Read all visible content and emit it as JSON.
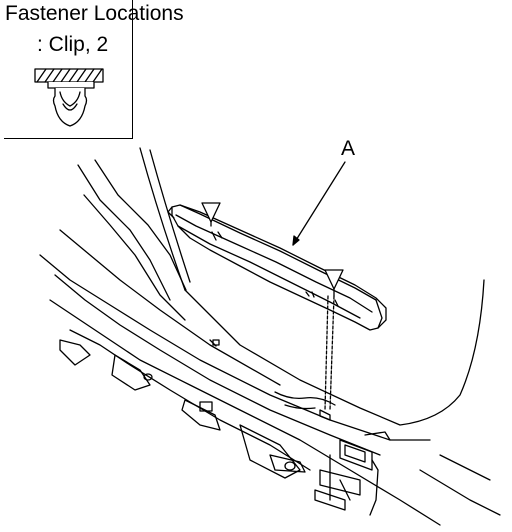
{
  "legend": {
    "title": "Fastener Locations",
    "fastener": ": Clip, 2"
  },
  "callout": {
    "label": "A"
  },
  "icons": [
    "clip-icon",
    "clip-location-marker-icon"
  ],
  "colors": {
    "line": "#000000",
    "background": "#ffffff"
  }
}
